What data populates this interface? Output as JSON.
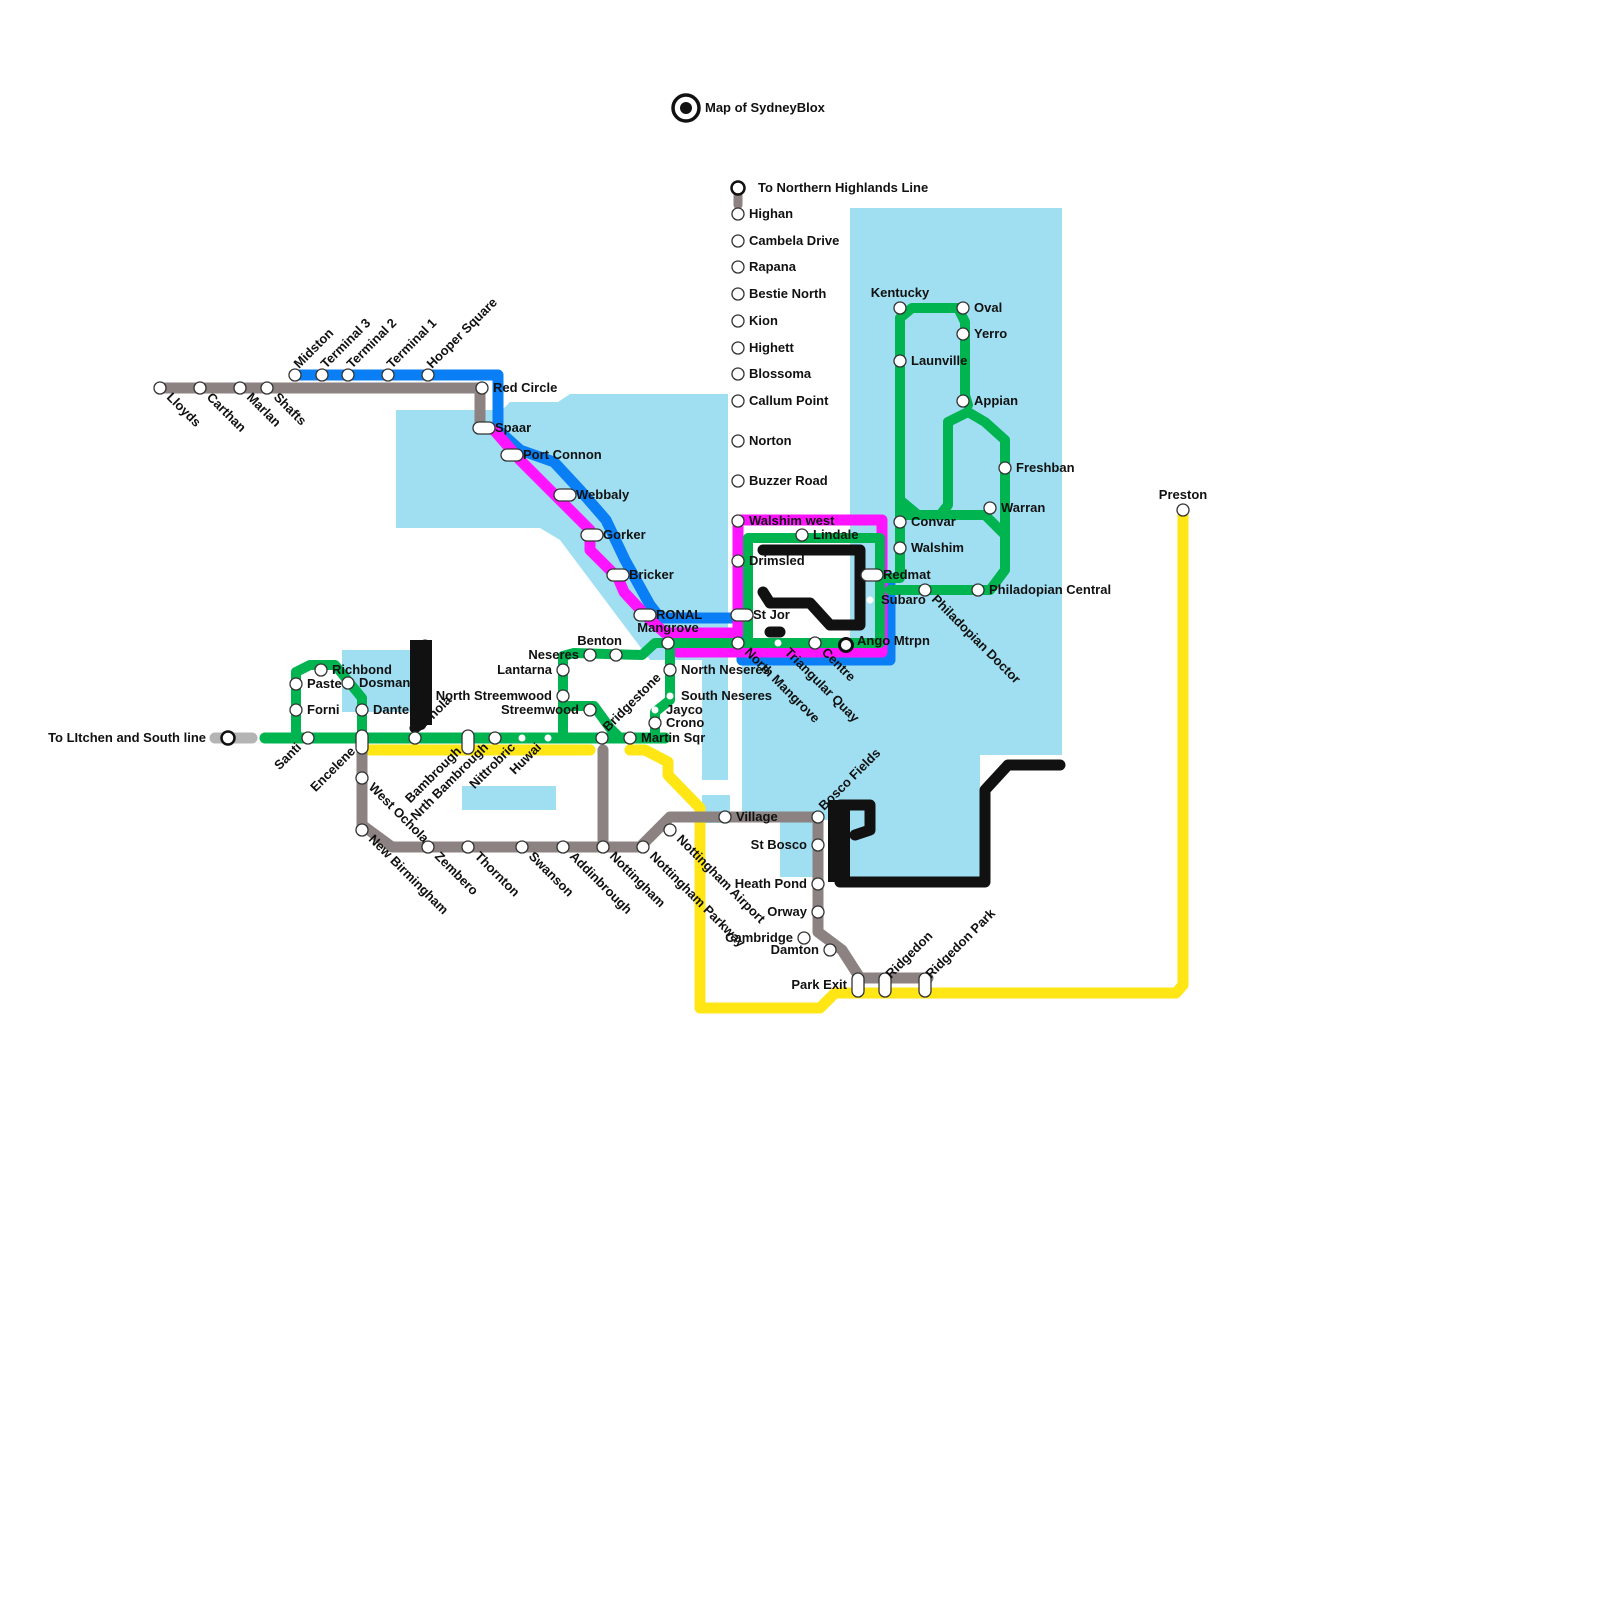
{
  "title": "Map of SydneyBlox",
  "colors": {
    "water": "#a0dff2",
    "grey": "#8c8282",
    "blue": "#0a7ff5",
    "magenta": "#ff14ff",
    "green": "#00b450",
    "yellow": "#ffe614",
    "black": "#111111",
    "light_grey": "#b4b4b4",
    "station_fill": "#ffffff"
  },
  "terminus_labels": {
    "northern": "To Northern Highlands Line",
    "litchen": "To LItchen and South line"
  },
  "stations": [
    {
      "name": "Lloyds"
    },
    {
      "name": "Carthan"
    },
    {
      "name": "Marlan"
    },
    {
      "name": "Shafts"
    },
    {
      "name": "Midston"
    },
    {
      "name": "Terminal 3"
    },
    {
      "name": "Terminal 2"
    },
    {
      "name": "Terminal 1"
    },
    {
      "name": "Hooper Square"
    },
    {
      "name": "Red Circle"
    },
    {
      "name": "Spaar"
    },
    {
      "name": "Port Connon"
    },
    {
      "name": "Webbaly"
    },
    {
      "name": "Gorker"
    },
    {
      "name": "Bricker"
    },
    {
      "name": "RONAL"
    },
    {
      "name": "Mangrove"
    },
    {
      "name": "St Jor"
    },
    {
      "name": "Highan"
    },
    {
      "name": "Cambela Drive"
    },
    {
      "name": "Rapana"
    },
    {
      "name": "Bestie North"
    },
    {
      "name": "Kion"
    },
    {
      "name": "Highett"
    },
    {
      "name": "Blossoma"
    },
    {
      "name": "Callum Point"
    },
    {
      "name": "Norton"
    },
    {
      "name": "Buzzer Road"
    },
    {
      "name": "Walshim west"
    },
    {
      "name": "Lindale"
    },
    {
      "name": "Drimsled"
    },
    {
      "name": "Redmat"
    },
    {
      "name": "Subaro"
    },
    {
      "name": "Ango Mtrpn"
    },
    {
      "name": "Centre"
    },
    {
      "name": "Triangular Quay"
    },
    {
      "name": "North Mangrove"
    },
    {
      "name": "Kentucky"
    },
    {
      "name": "Oval"
    },
    {
      "name": "Yerro"
    },
    {
      "name": "Launville"
    },
    {
      "name": "Appian"
    },
    {
      "name": "Freshban"
    },
    {
      "name": "Warran"
    },
    {
      "name": "Convar"
    },
    {
      "name": "Walshim"
    },
    {
      "name": "Philadopian Central"
    },
    {
      "name": "Philadopian Doctor"
    },
    {
      "name": "Preston"
    },
    {
      "name": "Benton"
    },
    {
      "name": "Neseres"
    },
    {
      "name": "Lantarna"
    },
    {
      "name": "North Streemwood"
    },
    {
      "name": "Streemwood"
    },
    {
      "name": "North Neseres"
    },
    {
      "name": "South Neseres"
    },
    {
      "name": "Jayco"
    },
    {
      "name": "Crono"
    },
    {
      "name": "Martin Sqr"
    },
    {
      "name": "Bridgestone"
    },
    {
      "name": "Richbond"
    },
    {
      "name": "Paste"
    },
    {
      "name": "Dosman"
    },
    {
      "name": "Forni"
    },
    {
      "name": "Danter"
    },
    {
      "name": "Santi"
    },
    {
      "name": "Encelene"
    },
    {
      "name": "Ochola"
    },
    {
      "name": "Bambrough"
    },
    {
      "name": "Nrth Bambrough"
    },
    {
      "name": "Nittrobric"
    },
    {
      "name": "Huwai"
    },
    {
      "name": "West Ochola"
    },
    {
      "name": "New Birmingham"
    },
    {
      "name": "Zembero"
    },
    {
      "name": "Thornton"
    },
    {
      "name": "Swanson"
    },
    {
      "name": "Addinbrough"
    },
    {
      "name": "Nottingham"
    },
    {
      "name": "Nottingham Parkway"
    },
    {
      "name": "Nottingham Airport"
    },
    {
      "name": "Village"
    },
    {
      "name": "Bosco Fields"
    },
    {
      "name": "St Bosco"
    },
    {
      "name": "Heath Pond"
    },
    {
      "name": "Orway"
    },
    {
      "name": "Cambridge"
    },
    {
      "name": "Damton"
    },
    {
      "name": "Park Exit"
    },
    {
      "name": "Ridgedon"
    },
    {
      "name": "Ridgedon Park"
    }
  ]
}
